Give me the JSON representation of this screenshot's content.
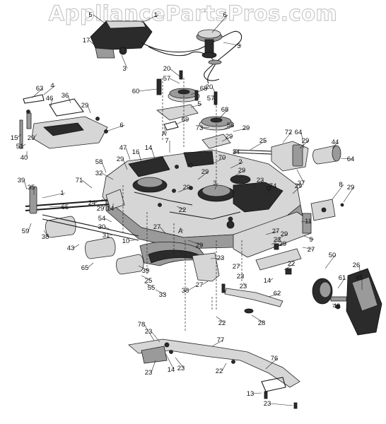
{
  "watermark": "AppliancePartsPros.com",
  "callouts": [
    {
      "text": "5"
    },
    {
      "text": "1"
    },
    {
      "text": "6"
    },
    {
      "text": "17"
    },
    {
      "text": "3"
    },
    {
      "text": "3"
    },
    {
      "text": "20"
    },
    {
      "text": "57"
    },
    {
      "text": "60"
    },
    {
      "text": "68"
    },
    {
      "text": "20"
    },
    {
      "text": "57"
    },
    {
      "text": "5"
    },
    {
      "text": "68"
    },
    {
      "text": "69"
    },
    {
      "text": "73"
    },
    {
      "text": "56"
    },
    {
      "text": "29"
    },
    {
      "text": "29"
    },
    {
      "text": "4"
    },
    {
      "text": "63"
    },
    {
      "text": "46"
    },
    {
      "text": "36"
    },
    {
      "text": "29"
    },
    {
      "text": "6"
    },
    {
      "text": "15"
    },
    {
      "text": "51"
    },
    {
      "text": "29"
    },
    {
      "text": "40"
    },
    {
      "text": "72"
    },
    {
      "text": "64"
    },
    {
      "text": "44"
    },
    {
      "text": "64"
    },
    {
      "text": "25"
    },
    {
      "text": "34"
    },
    {
      "text": "29"
    },
    {
      "text": "37"
    },
    {
      "text": "47"
    },
    {
      "text": "16"
    },
    {
      "text": "14"
    },
    {
      "text": "7"
    },
    {
      "text": "58"
    },
    {
      "text": "29"
    },
    {
      "text": "32"
    },
    {
      "text": "70"
    },
    {
      "text": "2"
    },
    {
      "text": "29"
    },
    {
      "text": "29"
    },
    {
      "text": "3"
    },
    {
      "text": "39"
    },
    {
      "text": "35"
    },
    {
      "text": "1"
    },
    {
      "text": "71"
    },
    {
      "text": "65"
    },
    {
      "text": "59"
    },
    {
      "text": "38"
    },
    {
      "text": "24"
    },
    {
      "text": "29"
    },
    {
      "text": "14"
    },
    {
      "text": "29"
    },
    {
      "text": "22"
    },
    {
      "text": "23"
    },
    {
      "text": "74"
    },
    {
      "text": "29"
    },
    {
      "text": "8"
    },
    {
      "text": "29"
    },
    {
      "text": "54"
    },
    {
      "text": "30"
    },
    {
      "text": "31"
    },
    {
      "text": "27"
    },
    {
      "text": "11"
    },
    {
      "text": "27"
    },
    {
      "text": "29"
    },
    {
      "text": "23"
    },
    {
      "text": "9"
    },
    {
      "text": "29"
    },
    {
      "text": "27"
    },
    {
      "text": "43"
    },
    {
      "text": "10"
    },
    {
      "text": "65"
    },
    {
      "text": "29"
    },
    {
      "text": "39"
    },
    {
      "text": "25"
    },
    {
      "text": "55"
    },
    {
      "text": "33"
    },
    {
      "text": "23"
    },
    {
      "text": "38"
    },
    {
      "text": "27"
    },
    {
      "text": "23"
    },
    {
      "text": "27"
    },
    {
      "text": "23"
    },
    {
      "text": "22"
    },
    {
      "text": "14"
    },
    {
      "text": "50"
    },
    {
      "text": "26"
    },
    {
      "text": "61"
    },
    {
      "text": "45"
    },
    {
      "text": "49"
    },
    {
      "text": "62"
    },
    {
      "text": "28"
    },
    {
      "text": "22"
    },
    {
      "text": "78"
    },
    {
      "text": "77"
    },
    {
      "text": "23"
    },
    {
      "text": "14"
    },
    {
      "text": "23"
    },
    {
      "text": "23"
    },
    {
      "text": "22"
    },
    {
      "text": "76"
    },
    {
      "text": "13"
    },
    {
      "text": "23"
    },
    {
      "text": "A"
    },
    {
      "text": "A"
    }
  ]
}
